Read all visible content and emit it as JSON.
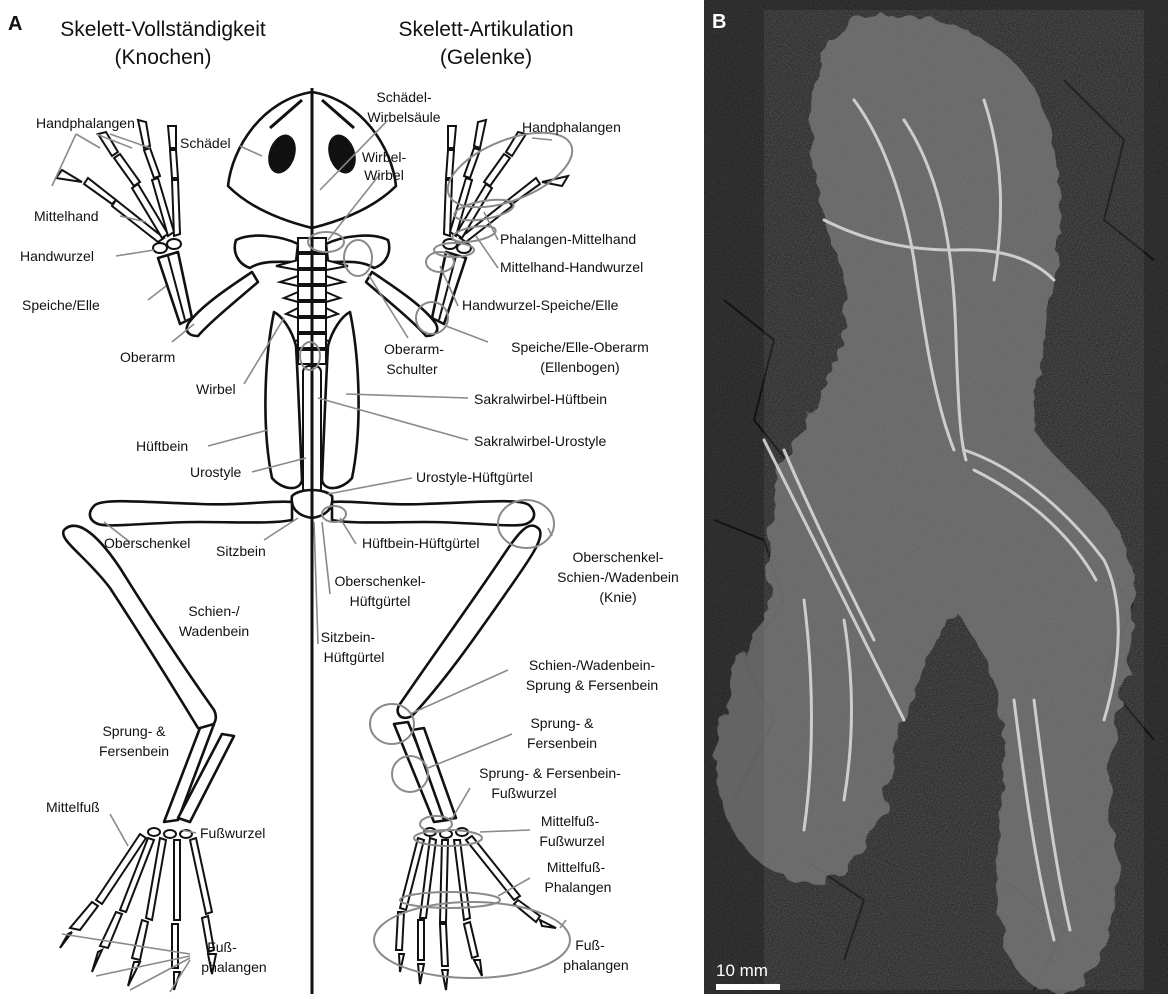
{
  "panel_a": {
    "letter": "A",
    "left_heading": [
      "Skelett-Vollständigkeit",
      "(Knochen)"
    ],
    "right_heading": [
      "Skelett-Artikulation",
      "(Gelenke)"
    ],
    "left_labels": {
      "handphalangen": "Handphalangen",
      "schaedel": "Schädel",
      "mittelhand": "Mittelhand",
      "handwurzel": "Handwurzel",
      "speiche_elle": "Speiche/Elle",
      "oberarm": "Oberarm",
      "wirbel": "Wirbel",
      "hueftbein": "Hüftbein",
      "urostyle": "Urostyle",
      "oberschenkel": "Oberschenkel",
      "sitzbein": "Sitzbein",
      "schienbein": [
        "Schien-/",
        "Wadenbein"
      ],
      "sprungbein": [
        "Sprung- &",
        "Fersenbein"
      ],
      "mittelfuss": "Mittelfuß",
      "fusswurzel": "Fußwurzel",
      "fussphalangen": [
        "Fuß-",
        "phalangen"
      ]
    },
    "right_labels": {
      "schaedel_wirbelsaeule": [
        "Schädel-",
        "Wirbelsäule"
      ],
      "wirbel_wirbel": [
        "Wirbel-",
        "Wirbel"
      ],
      "handphalangen": "Handphalangen",
      "phalangen_mittelhand": "Phalangen-Mittelhand",
      "mittelhand_handwurzel": "Mittelhand-Handwurzel",
      "handwurzel_speiche": "Handwurzel-Speiche/Elle",
      "ellenbogen": [
        "Speiche/Elle-Oberarm",
        "(Ellenbogen)"
      ],
      "oberarm_schulter": [
        "Oberarm-",
        "Schulter"
      ],
      "sakral_hueftbein": "Sakralwirbel-Hüftbein",
      "sakral_urostyle": "Sakralwirbel-Urostyle",
      "urostyle_hueftguertel": "Urostyle-Hüftgürtel",
      "hueftbein_hueftguertel": "Hüftbein-Hüftgürtel",
      "oberschenkel_hueftguertel": [
        "Oberschenkel-",
        "Hüftgürtel"
      ],
      "knie": [
        "Oberschenkel-",
        "Schien-/Wadenbein",
        "(Knie)"
      ],
      "sitzbein_hueftguertel": [
        "Sitzbein-",
        "Hüftgürtel"
      ],
      "schien_sprung": [
        "Schien-/Wadenbein-",
        "Sprung & Fersenbein"
      ],
      "sprung_fersenbein": [
        "Sprung- &",
        "Fersenbein"
      ],
      "sprung_fusswurzel": [
        "Sprung- & Fersenbein-",
        "Fußwurzel"
      ],
      "mittelfuss_fusswurzel": [
        "Mittelfuß-",
        "Fußwurzel"
      ],
      "mittelfuss_phalangen": [
        "Mittelfuß-",
        "Phalangen"
      ],
      "fussphalangen": [
        "Fuß-",
        "phalangen"
      ]
    }
  },
  "panel_b": {
    "letter": "B",
    "scale_label": "10 mm"
  },
  "colors": {
    "line": "#111111",
    "leader": "#8a8a8a",
    "photo_background": "#1b1b1b",
    "fossil": "#c8c8c8"
  }
}
